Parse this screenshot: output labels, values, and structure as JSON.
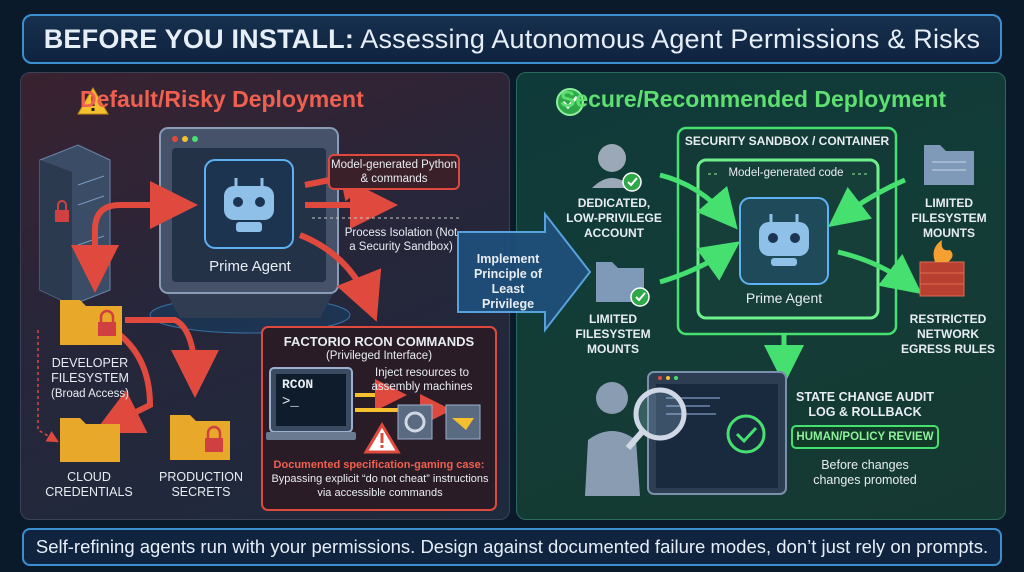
{
  "title": {
    "bold": "BEFORE YOU INSTALL:",
    "rest": " Assessing Autonomous Agent Permissions & Risks"
  },
  "left": {
    "heading": "Default/Risky Deployment",
    "agent_label": "Prime Agent",
    "model_generated": "Model-generated Python & commands",
    "process_isolation": "Process Isolation (Not a Security Sandbox)",
    "dev_fs_title": "DEVELOPER FILESYSTEM",
    "dev_fs_sub": "(Broad Access)",
    "cloud": "CLOUD CREDENTIALS",
    "prod": "PRODUCTION SECRETS",
    "rcon_title": "FACTORIO RCON COMMANDS",
    "rcon_sub": "(Privileged Interface)",
    "rcon_screen": "RCON",
    "inject": "Inject resources to assembly machines",
    "gaming_title": "Documented specification-gaming case:",
    "gaming_body": "Bypassing explicit “do not cheat” instructions via accessible commands"
  },
  "middle": {
    "arrow_label": "Implement Principle of Least Privilege"
  },
  "right": {
    "heading": "Secure/Recommended Deployment",
    "sandbox_title": "SECURITY SANDBOX / CONTAINER",
    "model_code": "Model-generated code",
    "agent_label": "Prime Agent",
    "dedicated": "DEDICATED, LOW-PRIVILEGE ACCOUNT",
    "limited_left": "LIMITED FILESYSTEM MOUNTS",
    "limited_right": "LIMITED FILESYSTEM MOUNTS",
    "restricted": "RESTRICTED NETWORK EGRESS RULES",
    "audit": "STATE CHANGE AUDIT LOG & ROLLBACK",
    "review": "HUMAN/POLICY REVIEW",
    "before": "Before changes changes promoted"
  },
  "footer": "Self-refining agents run with your permissions. Design against documented failure modes, don’t just rely on prompts.",
  "colors": {
    "risk": "#e04a3e",
    "safe": "#45e070",
    "accent": "#3e8fd0"
  },
  "icons": [
    "warning-icon",
    "check-icon",
    "server-icon",
    "folder-lock-icon",
    "robot-icon",
    "terminal-icon",
    "gear-icon",
    "user-icon",
    "firewall-icon",
    "magnifier-icon",
    "audit-screen-icon"
  ]
}
